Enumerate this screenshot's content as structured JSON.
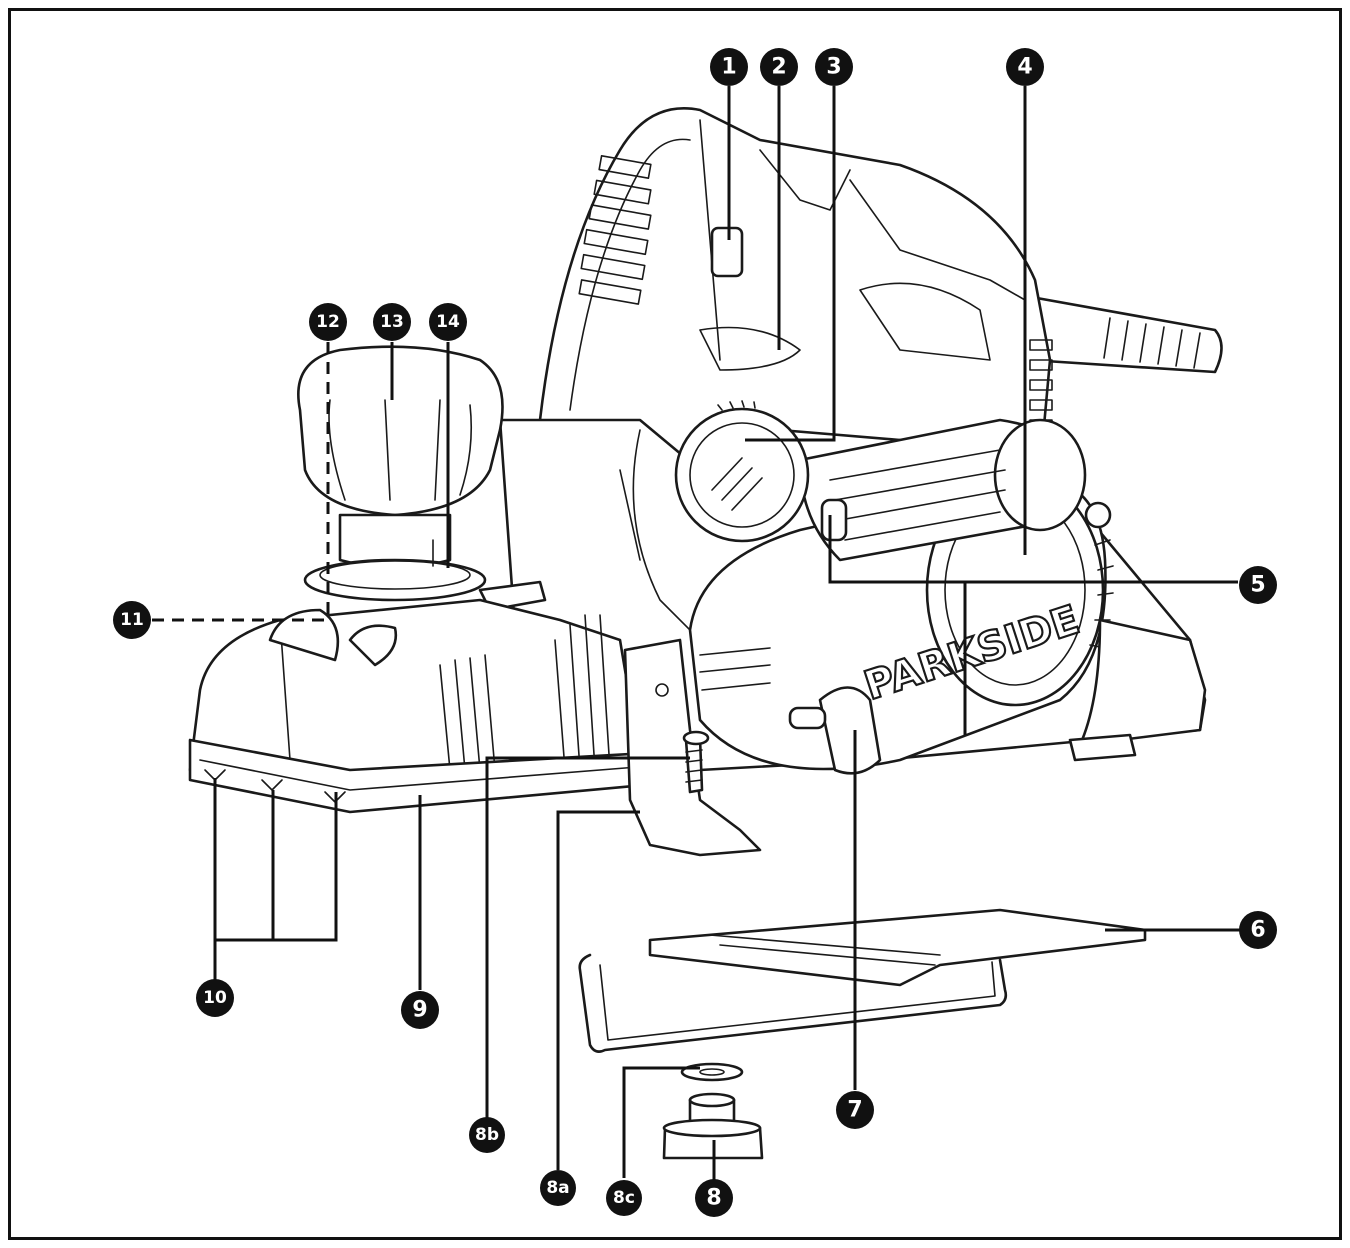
{
  "diagram": {
    "brand_text": "PARKSIDE",
    "callouts": [
      {
        "id": "c1",
        "label": "1"
      },
      {
        "id": "c2",
        "label": "2"
      },
      {
        "id": "c3",
        "label": "3"
      },
      {
        "id": "c4",
        "label": "4"
      },
      {
        "id": "c5",
        "label": "5"
      },
      {
        "id": "c6",
        "label": "6"
      },
      {
        "id": "c7",
        "label": "7"
      },
      {
        "id": "c8",
        "label": "8"
      },
      {
        "id": "c8a",
        "label": "8a"
      },
      {
        "id": "c8b",
        "label": "8b"
      },
      {
        "id": "c8c",
        "label": "8c"
      },
      {
        "id": "c9",
        "label": "9"
      },
      {
        "id": "c10",
        "label": "10"
      },
      {
        "id": "c11",
        "label": "11"
      },
      {
        "id": "c12",
        "label": "12"
      },
      {
        "id": "c13",
        "label": "13"
      },
      {
        "id": "c14",
        "label": "14"
      }
    ]
  }
}
